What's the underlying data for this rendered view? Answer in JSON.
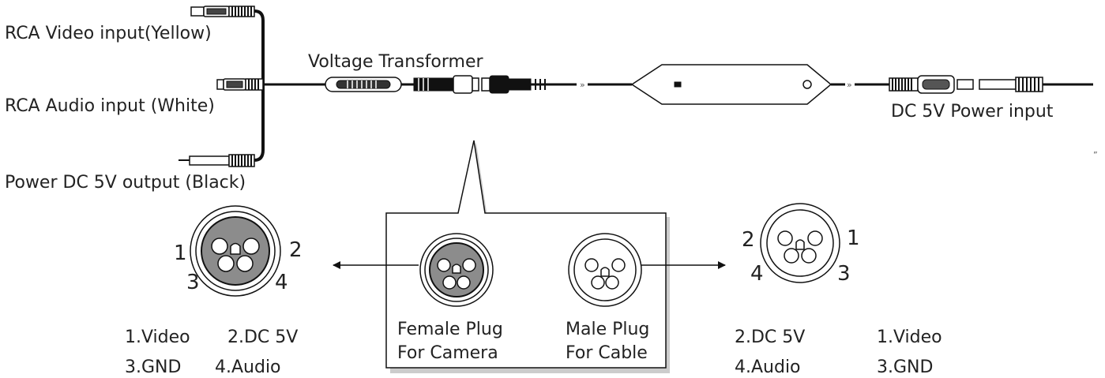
{
  "labels": {
    "rca_video": "RCA Video input(Yellow)",
    "rca_audio": "RCA  Audio input (White)",
    "power_out": "Power DC 5V output (Black)",
    "voltage_transformer": "Voltage Transformer",
    "dc_power_input": "DC 5V Power input",
    "edge_mark": "”"
  },
  "left_connector": {
    "pins": [
      "1",
      "2",
      "3",
      "4"
    ],
    "legend": [
      [
        "1.Video",
        "2.DC 5V"
      ],
      [
        "3.GND",
        "4.Audio"
      ]
    ]
  },
  "callout": {
    "female_line1": "Female Plug",
    "female_line2": "For Camera",
    "male_line1": "Male Plug",
    "male_line2": "For Cable"
  },
  "right_connector": {
    "pins": [
      "2",
      "1",
      "4",
      "3"
    ],
    "legend": [
      [
        "2.DC 5V",
        "1.Video"
      ],
      [
        "4.Audio",
        "3.GND"
      ]
    ]
  },
  "colors": {
    "line": "#111111",
    "plug_fill": "#8c8c8c",
    "callout_shadow": "#cccccc"
  }
}
